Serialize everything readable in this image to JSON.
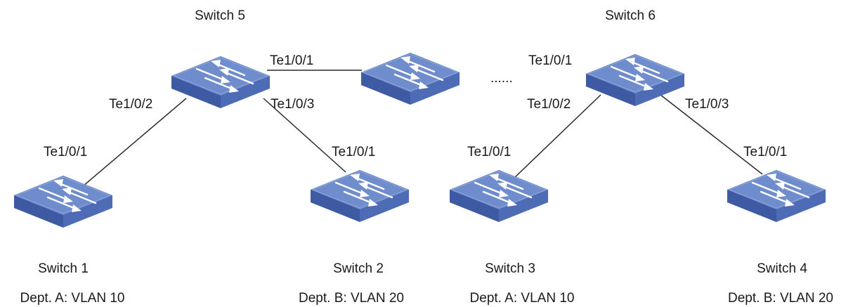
{
  "colors": {
    "switch_top": "#6f8dcc",
    "switch_side_left": "#3d5aa3",
    "switch_side_right": "#4e6cb6",
    "arrow": "#ffffff",
    "link": "#2b2b2b",
    "text": "#1a1a1a"
  },
  "icon": "network-switch-icon",
  "switches": {
    "s5": {
      "name": "Switch 5"
    },
    "s6": {
      "name": "Switch 6"
    },
    "s1": {
      "name": "Switch 1",
      "vlan": "Dept. A: VLAN 10"
    },
    "s2": {
      "name": "Switch 2",
      "vlan": "Dept. B: VLAN 20"
    },
    "s3": {
      "name": "Switch 3",
      "vlan": "Dept. A: VLAN 10"
    },
    "s4": {
      "name": "Switch 4",
      "vlan": "Dept. B: VLAN 20"
    }
  },
  "ports": {
    "s5_to_mid": "Te1/0/1",
    "s5_to_s1": "Te1/0/2",
    "s5_to_s2": "Te1/0/3",
    "s1_up": "Te1/0/1",
    "s2_up": "Te1/0/1",
    "s6_left": "Te1/0/1",
    "s6_to_s3": "Te1/0/2",
    "s6_to_s4": "Te1/0/3",
    "s3_up": "Te1/0/1",
    "s4_up": "Te1/0/1"
  },
  "ellipsis": "......"
}
